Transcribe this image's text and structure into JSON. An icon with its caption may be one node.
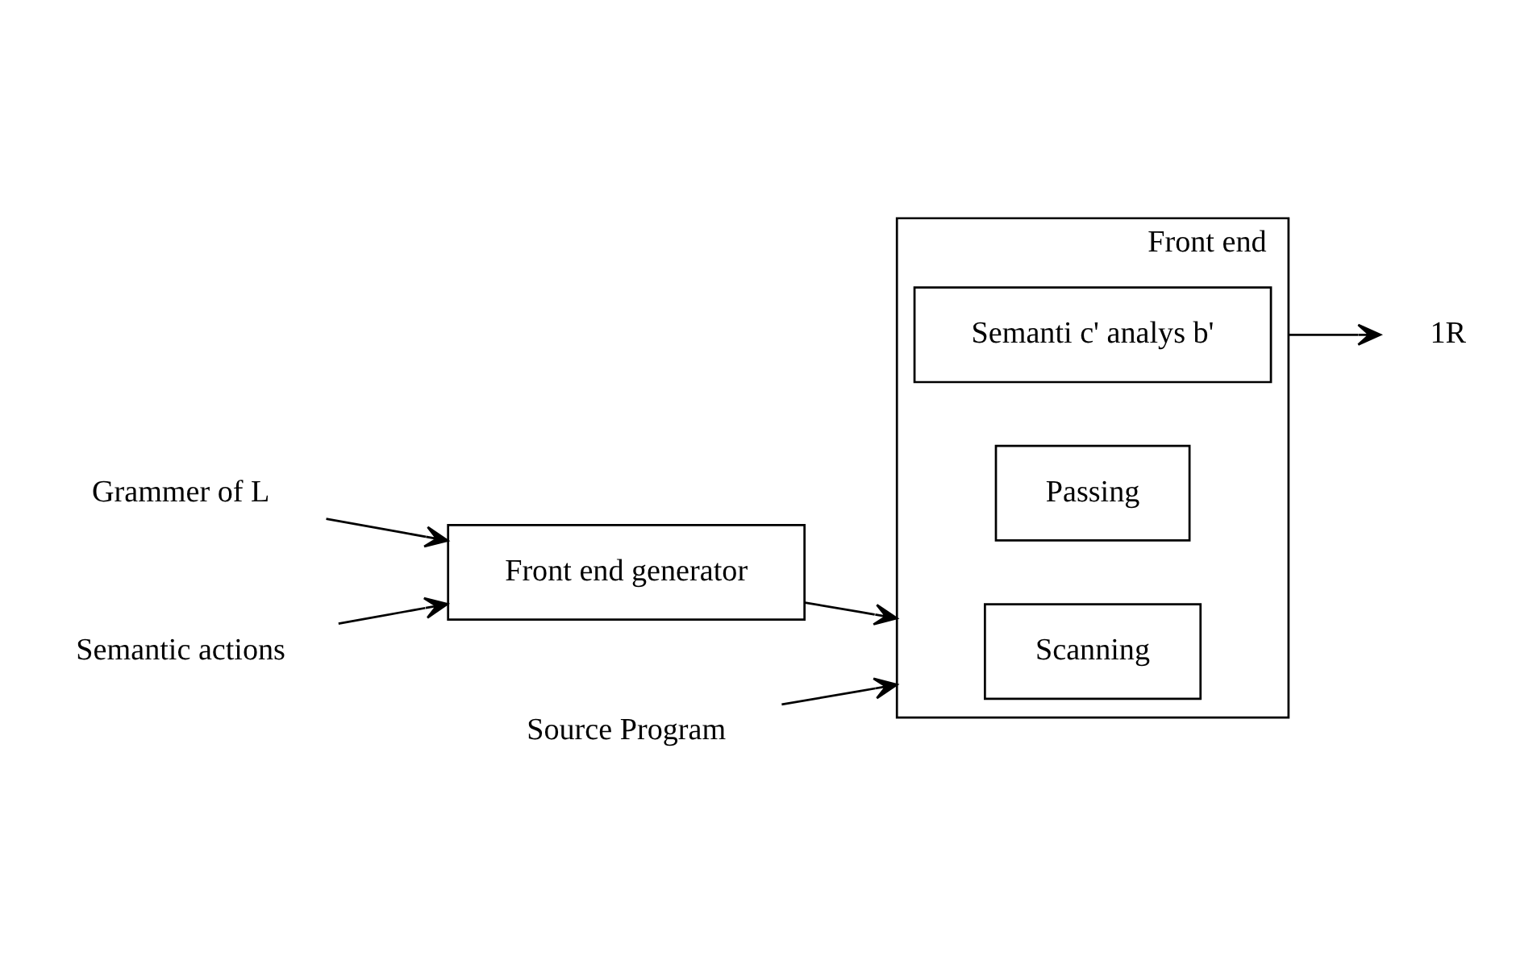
{
  "diagram": {
    "nodes": [
      {
        "text": [
          "Grammer of L"
        ]
      },
      {
        "text": [
          "Semantic actions"
        ]
      },
      {
        "text": [
          "Front end generator"
        ]
      },
      {
        "text": [
          "Front end"
        ]
      },
      {
        "text": [
          "Scanning"
        ],
        "in": 3
      },
      {
        "text": [
          "Passing"
        ],
        "in": 3
      },
      {
        "text": [
          "Semanti c' analys b'"
        ],
        "in": 3
      },
      {
        "text": [
          "Source Program"
        ]
      },
      {
        "text": [
          "1R"
        ]
      }
    ],
    "edges": [
      {
        "from": 0,
        "to": 2,
        "arrow": "to"
      },
      {
        "from": 1,
        "to": 2,
        "arrow": "to"
      },
      {
        "from": 2,
        "to": 3,
        "arrow": "to"
      },
      {
        "from": 7,
        "to": 3,
        "arrow": "to"
      },
      {
        "from": 3,
        "to": 8,
        "arrow": "to"
      }
    ]
  }
}
